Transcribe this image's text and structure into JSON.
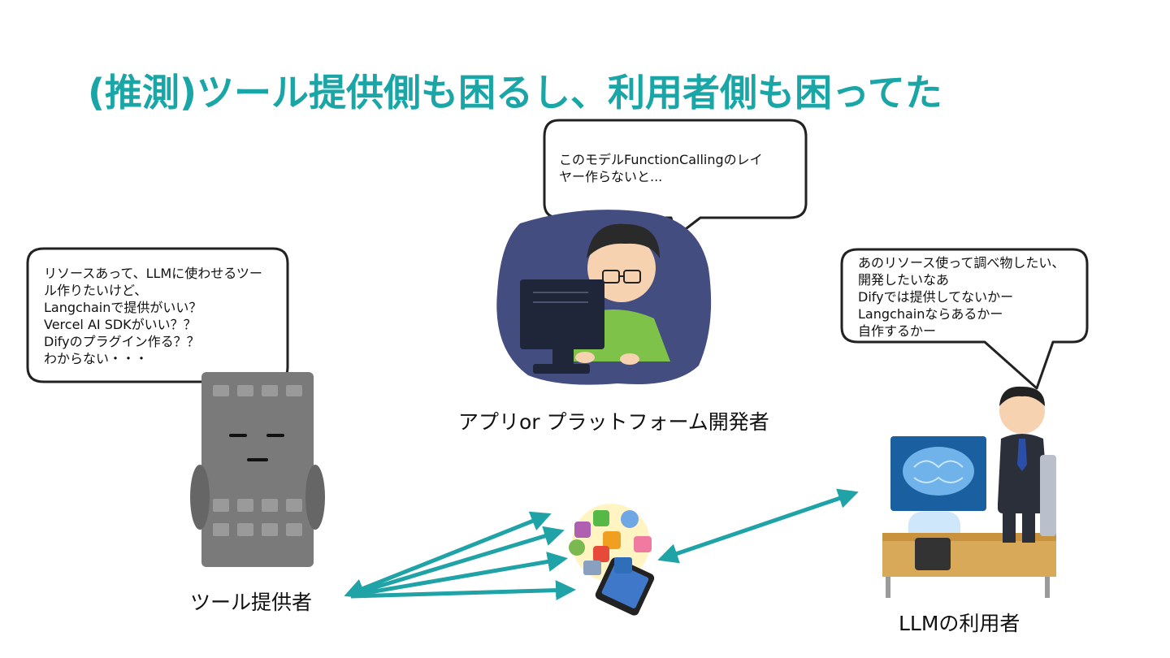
{
  "slide": {
    "title": "(推測)ツール提供側も困るし、利用者側も困ってた"
  },
  "bubbles": {
    "developer": "このモデルFunctionCallingのレイ\nヤー作らないと...",
    "tool_provider": "リソースあって、LLMに使わせるツー\nル作りたいけど、\nLangchainで提供がいい？\nVercel AI SDKがいい？？\nDifyのプラグイン作る？？\nわからない・・・",
    "user": "あのリソース使って調べ物したい、\n開発したいなあ\nDifyでは提供してないかー\nLangchainならあるかー\n自作するかー"
  },
  "labels": {
    "developer": "アプリor プラットフォーム開発者",
    "tool_provider": "ツール提供者",
    "user": "LLMの利用者"
  },
  "colors": {
    "accent": "#1aa6a6",
    "arrow": "#1fa3a6",
    "night_bg": "#434d80",
    "shirt": "#7fc24a",
    "building": "#7a7a7a"
  }
}
